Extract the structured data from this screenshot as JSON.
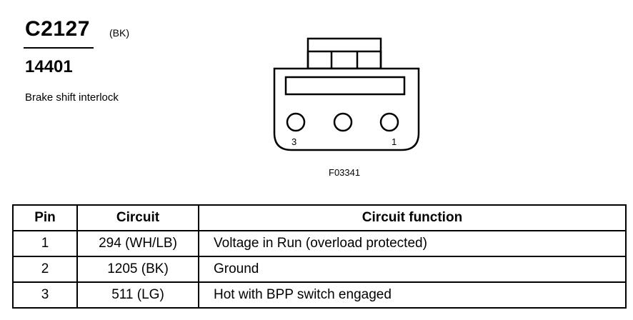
{
  "connector": {
    "id": "C2127",
    "color": "(BK)",
    "part_number": "14401",
    "description": "Brake shift interlock"
  },
  "diagram": {
    "pin_labels": [
      "3",
      "1"
    ],
    "figure_code": "F03341"
  },
  "table": {
    "headers": [
      "Pin",
      "Circuit",
      "Circuit function"
    ],
    "rows": [
      {
        "pin": "1",
        "circuit": "294 (WH/LB)",
        "function": "Voltage in Run (overload protected)"
      },
      {
        "pin": "2",
        "circuit": "1205 (BK)",
        "function": "Ground"
      },
      {
        "pin": "3",
        "circuit": "511 (LG)",
        "function": "Hot with BPP switch engaged"
      }
    ]
  }
}
